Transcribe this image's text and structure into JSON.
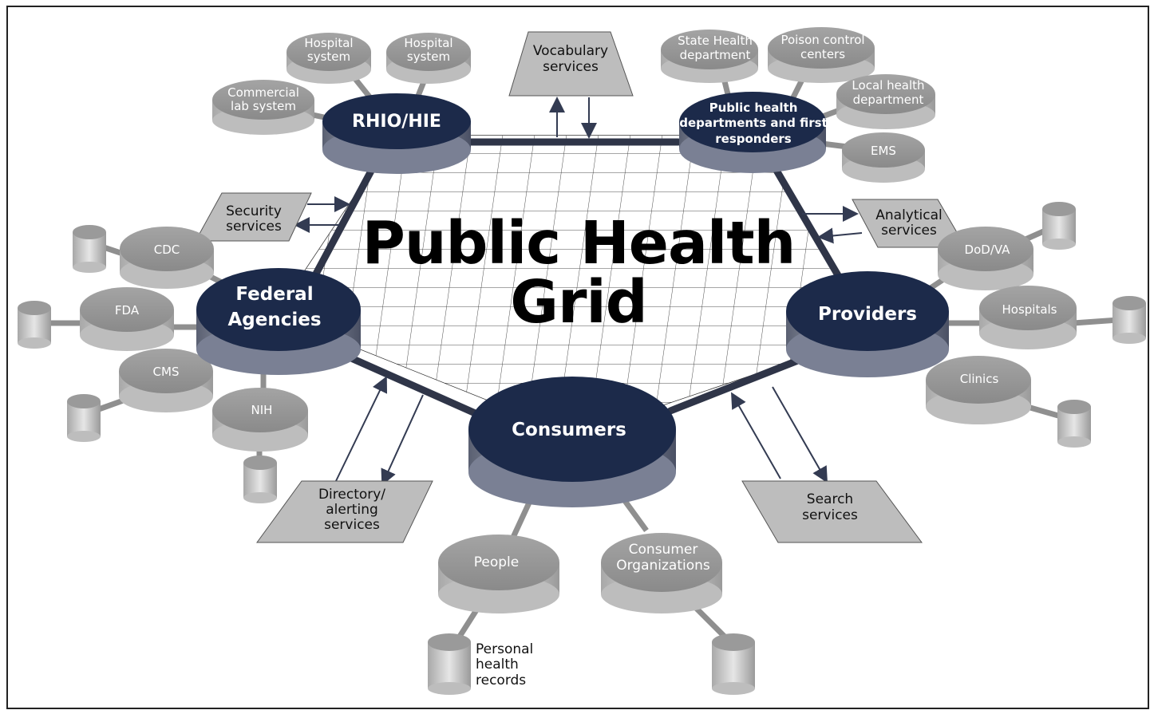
{
  "title": {
    "line1": "Public Health",
    "line2": "Grid"
  },
  "hubs": {
    "rhio": "RHIO/HIE",
    "public_health": [
      "Public health",
      "departments and first",
      "responders"
    ],
    "federal": [
      "Federal",
      "Agencies"
    ],
    "providers": "Providers",
    "consumers": "Consumers"
  },
  "nodes": {
    "hospital_system_1": [
      "Hospital",
      "system"
    ],
    "hospital_system_2": [
      "Hospital",
      "system"
    ],
    "commercial_lab": [
      "Commercial",
      "lab system"
    ],
    "state_health": [
      "State Health",
      "department"
    ],
    "poison_control": [
      "Poison control",
      "centers"
    ],
    "local_health": [
      "Local health",
      "department"
    ],
    "ems": "EMS",
    "cdc": "CDC",
    "fda": "FDA",
    "cms": "CMS",
    "nih": "NIH",
    "dod_va": "DoD/VA",
    "hospitals": "Hospitals",
    "clinics": "Clinics",
    "people": "People",
    "consumer_orgs": [
      "Consumer",
      "Organizations"
    ]
  },
  "services": {
    "vocabulary": [
      "Vocabulary",
      "services"
    ],
    "security": [
      "Security",
      "services"
    ],
    "analytical": [
      "Analytical",
      "services"
    ],
    "directory": [
      "Directory/",
      "alerting",
      "services"
    ],
    "search": [
      "Search",
      "services"
    ]
  },
  "records_label": [
    "Personal",
    "health",
    "records"
  ],
  "colors": {
    "hub_fill": "#1c2a4a",
    "hub_side": "#6a7185",
    "node_top": "#9a9a9a",
    "node_side": "#c4c4c4",
    "service_fill": "#bdbdbd",
    "connector": "#333b52"
  }
}
